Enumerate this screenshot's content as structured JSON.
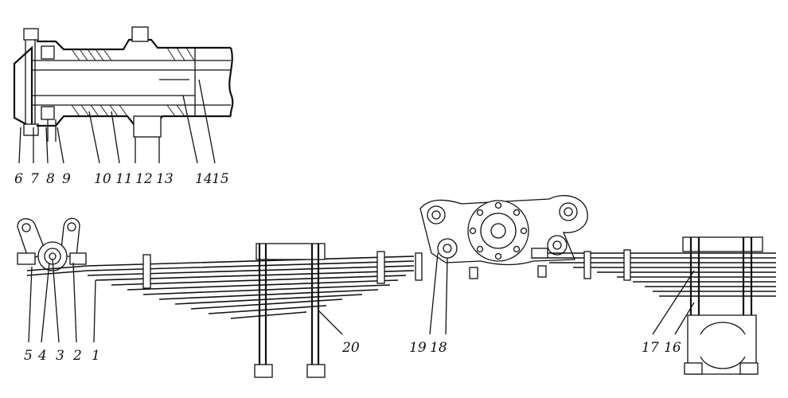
{
  "labels_detail": [
    "6",
    "7",
    "8",
    "9",
    "10",
    "11",
    "12",
    "13",
    "14",
    "15"
  ],
  "labels_main": [
    "5",
    "4",
    "3",
    "2",
    "1",
    "20",
    "19",
    "18",
    "17",
    "16"
  ]
}
